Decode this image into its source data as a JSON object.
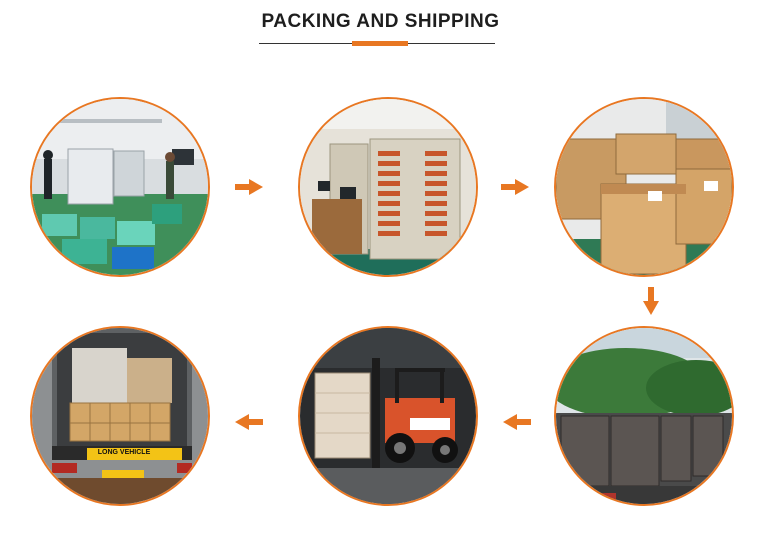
{
  "header": {
    "title": "PACKING AND SHIPPING"
  },
  "steps": [
    {
      "name": "factory-production-floor"
    },
    {
      "name": "battery-testing-cabinets"
    },
    {
      "name": "wooden-crates-packing"
    },
    {
      "name": "palletized-cartons-outdoor"
    },
    {
      "name": "forklift-loading-truck"
    },
    {
      "name": "container-loaded-cartons"
    }
  ],
  "truck": {
    "long_vehicle_label": "LONG VEHICLE"
  },
  "colors": {
    "accent": "#e87722",
    "title": "#1e1e1e"
  }
}
